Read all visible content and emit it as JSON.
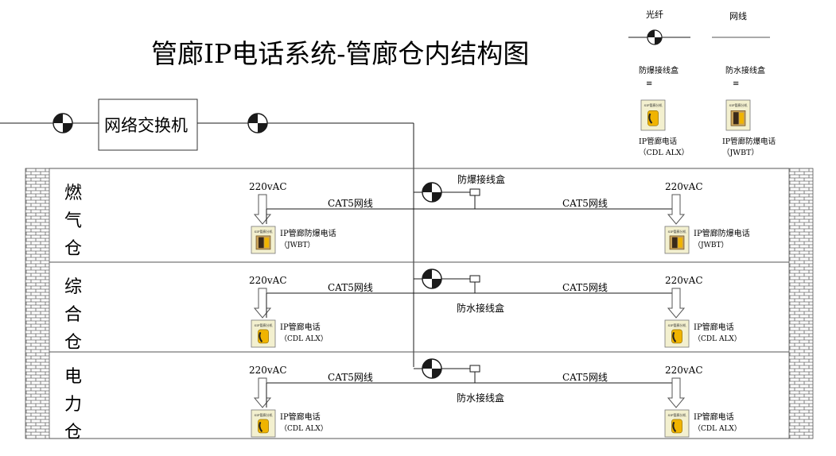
{
  "title": "管廊IP电话系统-管廊仓内结构图",
  "legend": {
    "fiber_label": "光纤",
    "cable_label": "网线",
    "explosion_box_label": "防爆接线盒",
    "waterproof_box_label": "防水接线盒",
    "eq_symbol": "≡",
    "explosion_phone_label": "IP管廊电话",
    "explosion_phone_model": "（CDL ALX）",
    "waterproof_phone_label": "IP管廊防爆电话",
    "waterproof_phone_model": "（JWBT）"
  },
  "switch_label": "网络交换机",
  "power_label": "220vAC",
  "cable_label": "CAT5网线",
  "phone_badge": "SIP管廊分机",
  "compartments": [
    {
      "name_chars": [
        "燃",
        "气",
        "仓"
      ],
      "box_label": "防爆接线盒",
      "phone_label": "IP管廊防爆电话",
      "phone_model": "（JWBT）"
    },
    {
      "name_chars": [
        "综",
        "合",
        "仓"
      ],
      "box_label": "防水接线盒",
      "phone_label": "IP管廊电话",
      "phone_model": "（CDL ALX）"
    },
    {
      "name_chars": [
        "电",
        "力",
        "仓"
      ],
      "box_label": "防水接线盒",
      "phone_label": "IP管廊电话",
      "phone_model": "（CDL ALX）"
    }
  ],
  "colors": {
    "line": "#1a1a1a",
    "wall_fill": "#ffffff",
    "wall_line": "#555555",
    "phone_bg": "#f3f0cf",
    "phone_yellow": "#f0b400",
    "phone_dark": "#3a2a1a"
  }
}
